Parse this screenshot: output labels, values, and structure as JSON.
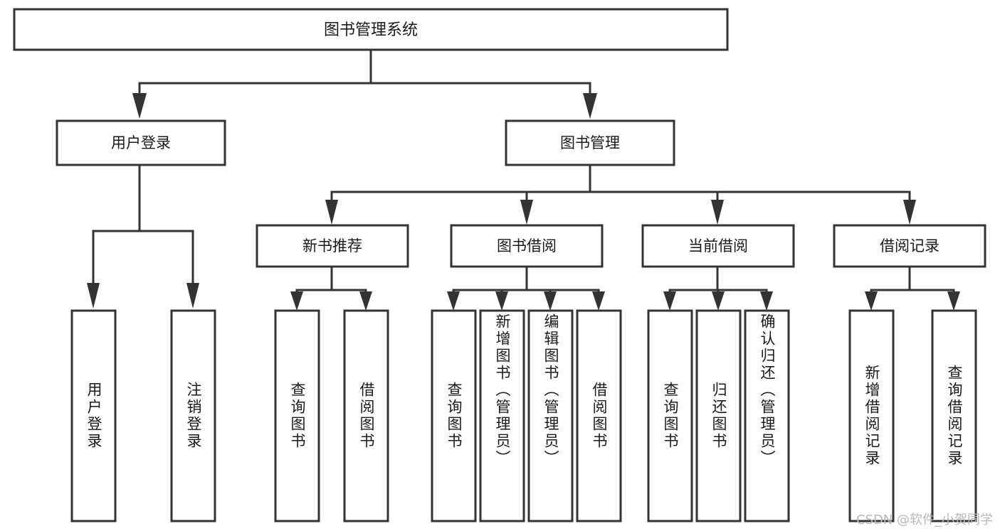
{
  "diagram": {
    "type": "tree-hierarchy",
    "title": "图书管理系统",
    "watermark": "CSDN @软件_小贺同学",
    "colors": {
      "box_stroke": "#333333",
      "box_fill": "#ffffff",
      "text": "#1a1a1a",
      "background": "#ffffff",
      "watermark": "#b9b9b9"
    },
    "nodes": {
      "root": {
        "label": "图书管理系统"
      },
      "level2": [
        {
          "id": "user-login",
          "label": "用户登录"
        },
        {
          "id": "book-management",
          "label": "图书管理"
        }
      ],
      "level3": [
        {
          "id": "new-book-recommend",
          "label": "新书推荐"
        },
        {
          "id": "book-borrow",
          "label": "图书借阅"
        },
        {
          "id": "current-borrow",
          "label": "当前借阅"
        },
        {
          "id": "borrow-record",
          "label": "借阅记录"
        }
      ],
      "leaves": {
        "user-login": [
          {
            "id": "leaf-user-login",
            "label": "用户登录"
          },
          {
            "id": "leaf-logout",
            "label": "注销登录"
          }
        ],
        "new-book-recommend": [
          {
            "id": "leaf-query-book-1",
            "label": "查询图书"
          },
          {
            "id": "leaf-borrow-book-1",
            "label": "借阅图书"
          }
        ],
        "book-borrow": [
          {
            "id": "leaf-query-book-2",
            "label": "查询图书"
          },
          {
            "id": "leaf-add-book",
            "label": "新增图书（管理员）"
          },
          {
            "id": "leaf-edit-book",
            "label": "编辑图书（管理员）"
          },
          {
            "id": "leaf-borrow-book-2",
            "label": "借阅图书"
          }
        ],
        "current-borrow": [
          {
            "id": "leaf-query-book-3",
            "label": "查询图书"
          },
          {
            "id": "leaf-return-book",
            "label": "归还图书"
          },
          {
            "id": "leaf-confirm-return",
            "label": "确认归还（管理员）"
          }
        ],
        "borrow-record": [
          {
            "id": "leaf-add-record",
            "label": "新增借阅记录"
          },
          {
            "id": "leaf-query-record",
            "label": "查询借阅记录"
          }
        ]
      }
    }
  }
}
